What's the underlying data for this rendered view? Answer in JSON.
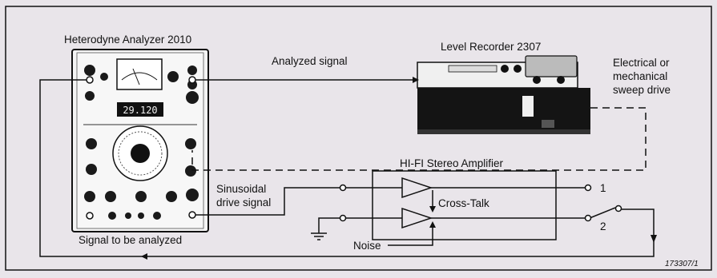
{
  "labels": {
    "analyzer_title": "Heterodyne Analyzer 2010",
    "recorder_title": "Level Recorder 2307",
    "analyzed_signal": "Analyzed signal",
    "sweep_line1": "Electrical or",
    "sweep_line2": "mechanical",
    "sweep_line3": "sweep drive",
    "drive_line1": "Sinusoidal",
    "drive_line2": "drive signal",
    "amp_title": "HI-FI Stereo Amplifier",
    "crosstalk": "Cross-Talk",
    "noise": "Noise",
    "signal_to_analyze": "Signal to be analyzed",
    "output_1": "1",
    "output_2": "2",
    "figure_code": "173307/1",
    "display_reading": "29.120"
  },
  "colors": {
    "background": "#e9e5ea",
    "line": "#111111",
    "equipment_dark": "#1a1a1a",
    "equipment_light": "#f2f2f2"
  }
}
